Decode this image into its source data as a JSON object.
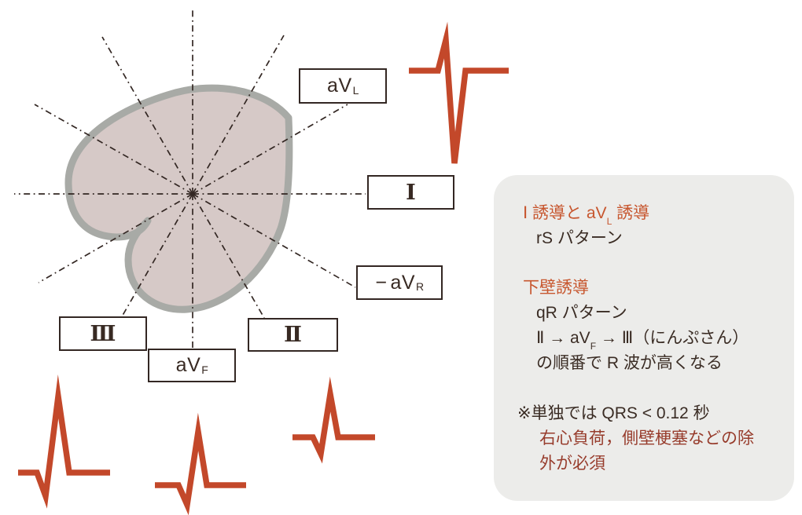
{
  "figure": {
    "subject": "ecg-hexaxial-axis-heart-diagram"
  },
  "colors": {
    "waveform_red": "#c3482a",
    "heading_orange": "#c7562e",
    "warning_dark_red": "#973c2c",
    "body_text_dark": "#3a2c24",
    "heart_fill": "#d6c9c7",
    "heart_stroke": "#a8aaa6",
    "panel_background": "#ececea",
    "axis_line_dark": "#332723"
  },
  "leads": {
    "avl": {
      "main": "aV",
      "sub": "L"
    },
    "i": {
      "label": "Ⅰ"
    },
    "navr": {
      "prefix": "−",
      "main": "aV",
      "sub": "R"
    },
    "iii": {
      "label": "Ⅲ"
    },
    "avf": {
      "main": "aV",
      "sub": "F"
    },
    "ii": {
      "label": "Ⅱ"
    }
  },
  "waveforms": {
    "rs": {
      "pattern": "rS"
    },
    "qr_iii": {
      "pattern": "qR-tall"
    },
    "qr_avf": {
      "pattern": "qR-medium"
    },
    "qr_ii": {
      "pattern": "qR-small"
    }
  },
  "panel": {
    "section1": {
      "title_pre": "Ⅰ 誘導と aV",
      "title_sub": "L",
      "title_post": " 誘導",
      "line1": "rS パターン"
    },
    "section2": {
      "title": "下壁誘導",
      "line1": "qR パターン",
      "line2_pre": "Ⅱ → aV",
      "line2_sub": "F",
      "line2_post": " → Ⅲ（にんぷさん）",
      "line3": "の順番で R 波が高くなる"
    },
    "section3": {
      "line1": "※単独では QRS < 0.12 秒",
      "line2": "右心負荷，側壁梗塞などの除",
      "line3": "外が必須"
    }
  }
}
